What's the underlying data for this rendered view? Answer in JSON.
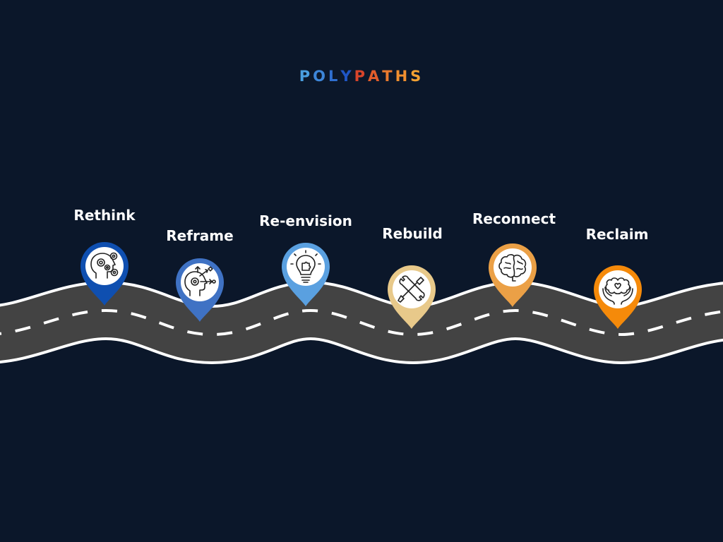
{
  "brand": {
    "letters": [
      {
        "ch": "P",
        "color": "#4a9fe0"
      },
      {
        "ch": "O",
        "color": "#3d86d9"
      },
      {
        "ch": "L",
        "color": "#2f6fd0"
      },
      {
        "ch": "Y",
        "color": "#1f55c4"
      },
      {
        "ch": "P",
        "color": "#d7442a"
      },
      {
        "ch": "A",
        "color": "#e25d2b"
      },
      {
        "ch": "T",
        "color": "#ea7a2e"
      },
      {
        "ch": "H",
        "color": "#ef8f30"
      },
      {
        "ch": "S",
        "color": "#f3a233"
      }
    ]
  },
  "steps": [
    {
      "label": "Rethink",
      "color": "#0f4fb0",
      "icon": "head-gears-icon"
    },
    {
      "label": "Reframe",
      "color": "#3f72c4",
      "icon": "head-arrows-icon"
    },
    {
      "label": "Re-envision",
      "color": "#5aa0e0",
      "icon": "lightbulb-puzzle-icon"
    },
    {
      "label": "Rebuild",
      "color": "#e8c98a",
      "icon": "wrench-screwdriver-icon"
    },
    {
      "label": "Reconnect",
      "color": "#eba046",
      "icon": "brain-icon"
    },
    {
      "label": "Reclaim",
      "color": "#f58a0a",
      "icon": "hands-heart-icon"
    }
  ],
  "colors": {
    "background": "#0b172a",
    "road": "#434343",
    "road_edge": "#ffffff",
    "lane": "#ffffff"
  }
}
